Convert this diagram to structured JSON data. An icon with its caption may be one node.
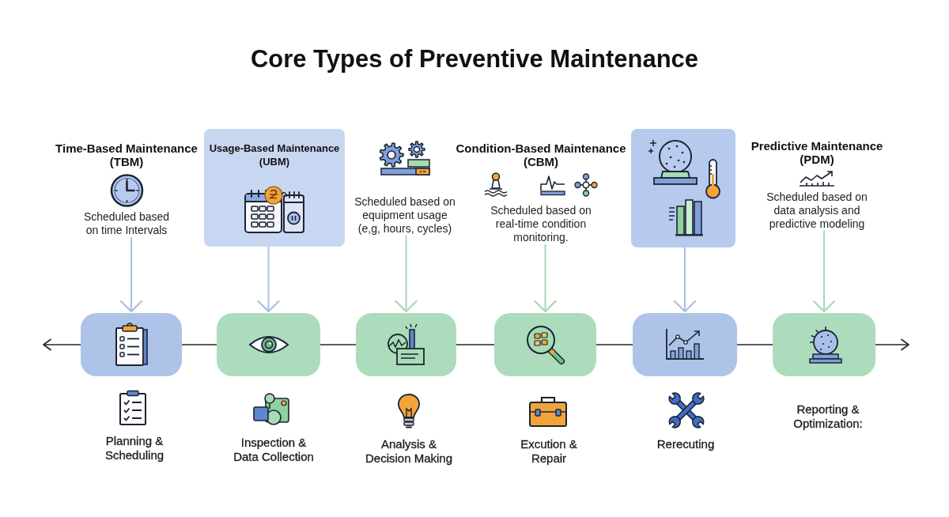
{
  "diagram": {
    "title": "Core Types of Preventive Maintenance",
    "nodes": [
      {
        "text": [
          "Time-Based Maintenance (TBM)",
          "Scheduled based on time Intervals"
        ]
      },
      {
        "text": [
          "Usage-Based Maintenance (UBM)"
        ]
      },
      {
        "text": [
          "Scheduled based on equipment usage (e,g, hours, cycles)"
        ]
      },
      {
        "text": [
          "Condition-Based Maintenance (CBM)",
          "Scheduled based on real-time condition monitoring."
        ]
      },
      {
        "text": [],
        "shape": "box"
      },
      {
        "text": [
          "Predictive Maintenance (PDM)",
          "Scheduled based on data analysis and predictive modeling"
        ]
      },
      {
        "text": [],
        "shape": "box"
      },
      {
        "text": [],
        "shape": "box"
      },
      {
        "text": [],
        "shape": "box"
      },
      {
        "text": [],
        "shape": "box"
      },
      {
        "text": [],
        "shape": "box"
      },
      {
        "text": [],
        "shape": "box"
      }
    ],
    "edges": [
      {
        "from": 0,
        "to": 6,
        "arrow": "to",
        "color": "#a9bfe6"
      },
      {
        "from": 1,
        "to": 7,
        "arrow": "to",
        "color": "#a9bfe6"
      },
      {
        "from": 2,
        "to": 8,
        "arrow": "to",
        "color": "#a6d9b5"
      },
      {
        "from": 3,
        "to": 9,
        "arrow": "to",
        "color": "#a6d9b5"
      },
      {
        "from": 4,
        "to": 10,
        "arrow": "to",
        "color": "#a9bfe6"
      },
      {
        "from": 5,
        "to": 11,
        "arrow": "to",
        "color": "#a6d9b5"
      },
      {
        "from": 6,
        "to": null,
        "arrow": "to"
      },
      {
        "from": 6,
        "to": 7,
        "arrow": "none"
      },
      {
        "from": 7,
        "to": 8,
        "arrow": "none"
      },
      {
        "from": 8,
        "to": 9,
        "arrow": "none"
      },
      {
        "from": 9,
        "to": 10,
        "arrow": "none"
      },
      {
        "from": 10,
        "to": 11,
        "arrow": "none"
      },
      {
        "from": 11,
        "to": null,
        "arrow": "to"
      }
    ],
    "labels": [
      "Planning & Scheduling",
      "Inspection & Data Collection",
      "Analysis & Decision Making",
      "Excution & Repair",
      "Rerecuting",
      "Reporting & Optimization:"
    ]
  }
}
